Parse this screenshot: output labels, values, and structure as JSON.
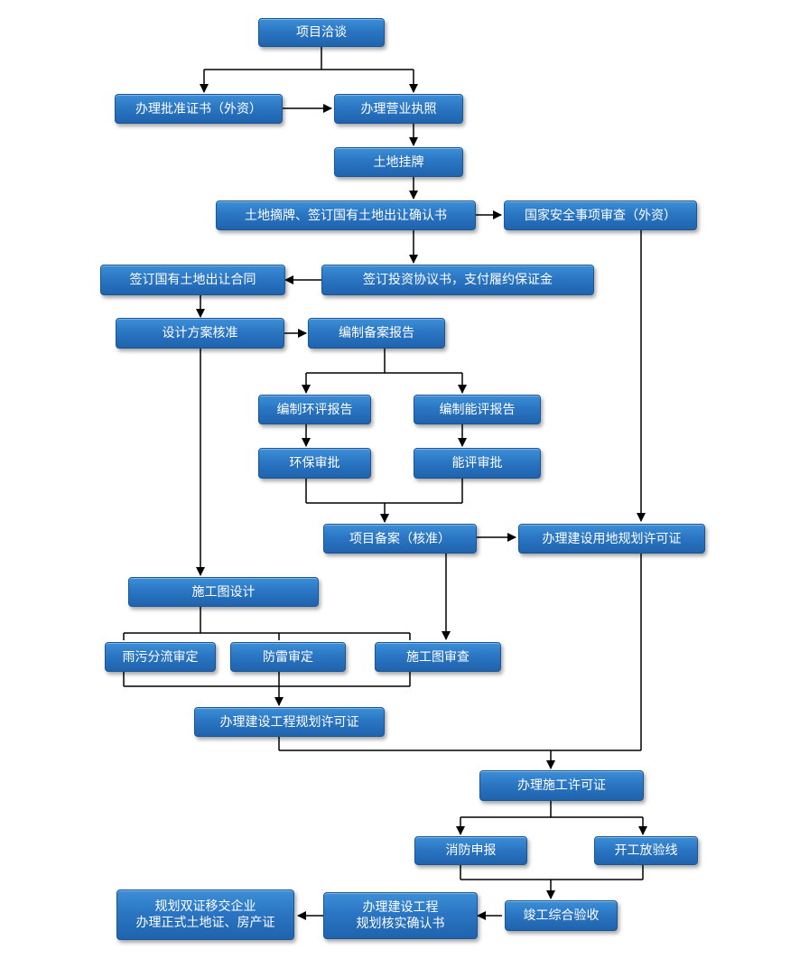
{
  "steps": {
    "xiangmu_qiatan": "项目洽谈",
    "pizhun_zhengshu": "办理批准证书（外资）",
    "yingye_zhizhao": "办理营业执照",
    "tudi_guapai": "土地挂牌",
    "tudi_zhaipai": "土地摘牌、签订国有土地出让确认书",
    "guojia_anquan": "国家安全事项审查（外资）",
    "chuang_hetong": "签订国有土地出让合同",
    "touzi_xieyi": "签订投资协议书，支付履约保证金",
    "sheji_fangan": "设计方案核准",
    "bianzhi_beian": "编制备案报告",
    "bianzhi_huanping": "编制环评报告",
    "bianzhi_nengping": "编制能评报告",
    "huanbao_shenpi": "环保审批",
    "nengping_shenpi": "能评审批",
    "xiangmu_beian": "项目备案（核准）",
    "yongdi_guihua": "办理建设用地规划许可证",
    "shigongtu_sheji": "施工图设计",
    "yuwu_fenliu": "雨污分流审定",
    "fanglei": "防雷审定",
    "shigongtu_shencha": "施工图审查",
    "gongcheng_guihua": "办理建设工程规划许可证",
    "shigong_xuke": "办理施工许可证",
    "xiaofang": "消防申报",
    "kaigong": "开工放验线",
    "hexian_queren": "办理建设工程\n规划核实确认书",
    "jungong": "竣工综合验收",
    "yijiao": "规划双证移交企业\n办理正式土地证、房产证"
  }
}
